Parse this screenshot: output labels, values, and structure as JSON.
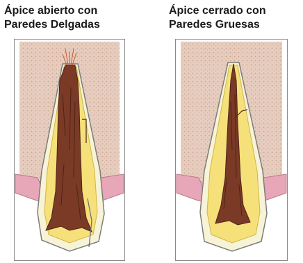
{
  "left": {
    "caption_line1": "Ápice abierto con",
    "caption_line2": "Paredes Delgadas"
  },
  "right": {
    "caption_line1": "Ápice cerrado con",
    "caption_line2": "Paredes Gruesas"
  },
  "colors": {
    "bone": "#e7cdbf",
    "bone_texture": "#c9a48e",
    "gum": "#e7a7b9",
    "dentin": "#f6e07a",
    "enamel": "#f7f3d7",
    "pulp": "#7a3a26",
    "pulp_dark": "#4e2416",
    "outline": "#8a8a8a"
  }
}
